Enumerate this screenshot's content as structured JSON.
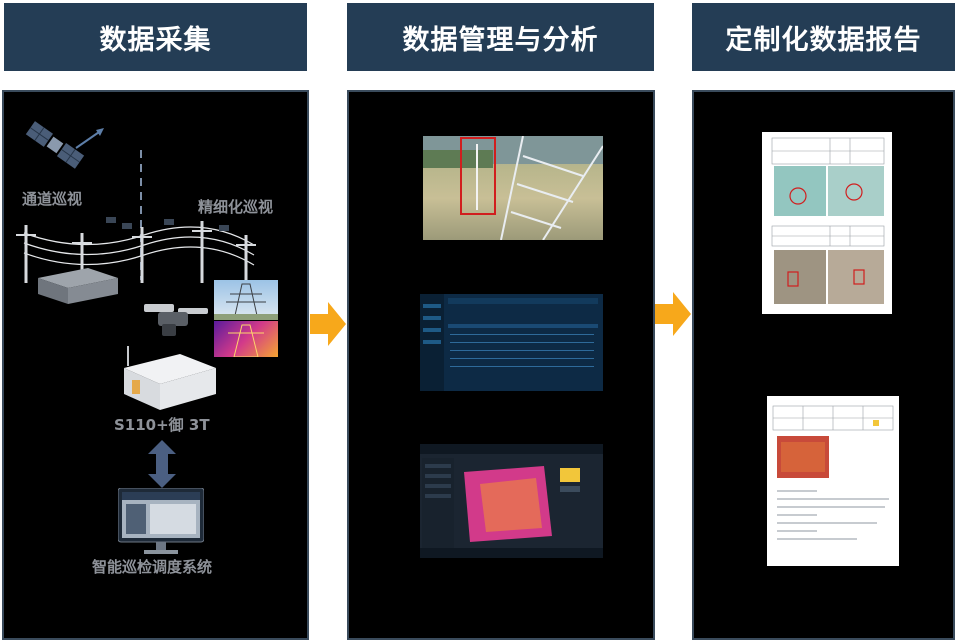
{
  "headers": [
    "数据采集",
    "数据管理与分析",
    "定制化数据报告"
  ],
  "collection": {
    "label_channel": "通道巡视",
    "label_fine": "精细化巡视",
    "label_device": "S110+御 3T",
    "label_system": "智能巡检调度系统"
  },
  "colors": {
    "header_bg": "#243d55",
    "panel_bg": "#000000",
    "arrow": "#f7a81b",
    "thermal": "#d23a8a"
  }
}
